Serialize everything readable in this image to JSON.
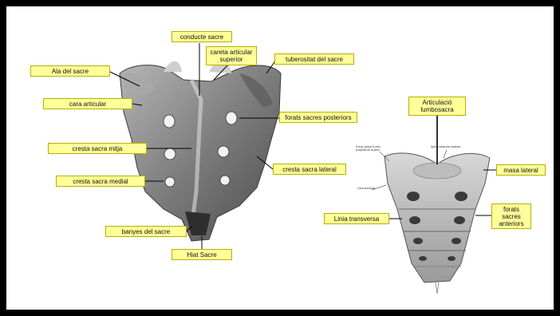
{
  "colors": {
    "label_bg": "#ffff99",
    "label_border": "#b8b000",
    "bone_dark": "#4a4a4a",
    "bone_mid": "#8a8a8a",
    "bone_light": "#c9c9c9",
    "frame": "#000000"
  },
  "posterior_view": {
    "labels": {
      "conducte_sacre": "conducte sacre",
      "careta_articular_superior": "careta articular\nsuperior",
      "tuberositat_del_sacre": "tuberositat del sacre",
      "ala_del_sacre": "Ala del sacre",
      "cara_articular": "cara articular",
      "forats_sacres_posteriors": "forats sacres posteriors",
      "cresta_sacra_mitja": "cresta sacra mitja",
      "cresta_sacra_lateral": "cresta sacra lateral",
      "cresta_sacra_medial": "cresta sacra medial",
      "banyes_del_sacre": "banyes del sacre",
      "hiat_sacre": "Hiat Sacre"
    }
  },
  "anterior_view": {
    "labels": {
      "articulacio_lumbosacra": "Articulació\nlumbosacra",
      "massa_lateral": "masa lateral",
      "linia_transversa": "Linia transversa",
      "forats_sacres_anteriors": "forats\nsacres\nanteriors"
    },
    "small_annotations": {
      "left_top": "Porció sacral a més\nproperat de la pelvi",
      "right_top": "Apòfisi articular superior",
      "left_mid": "Cara auricular"
    }
  }
}
